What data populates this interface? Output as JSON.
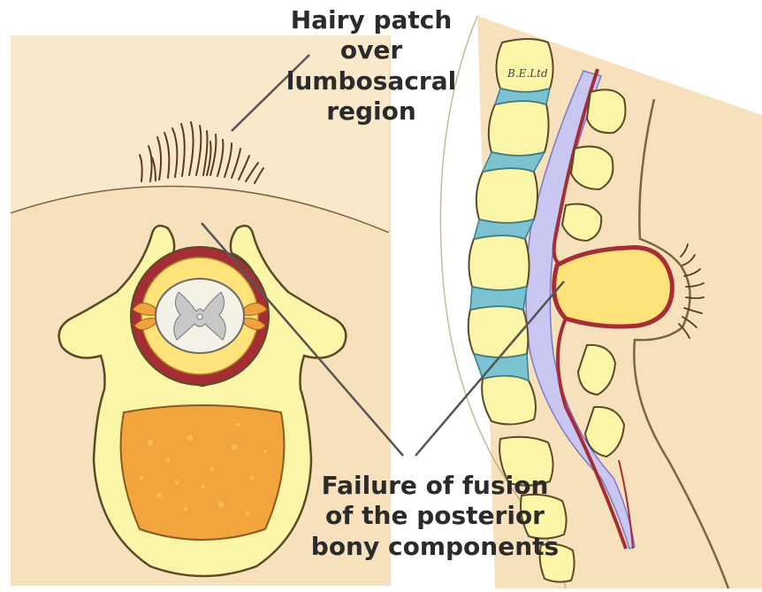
{
  "labels": {
    "top": [
      "Hairy patch",
      "over",
      "lumbosacral",
      "region"
    ],
    "bottom": [
      "Failure of fusion",
      "of the posterior",
      "bony components"
    ]
  },
  "watermark": "B.E.Ltd",
  "colors": {
    "skin": "#f7e1bd",
    "bone": "#fbf5a8",
    "disc": "#7cc3d2",
    "dura": "#a42e34",
    "csf": "#ffe27a",
    "spinal_cord": "#d9d9d9",
    "vertebral_body": "#f1a53c",
    "canal": "#c9c7f2",
    "outline": "#5a4a2a",
    "hair": "#5c3a1c"
  }
}
